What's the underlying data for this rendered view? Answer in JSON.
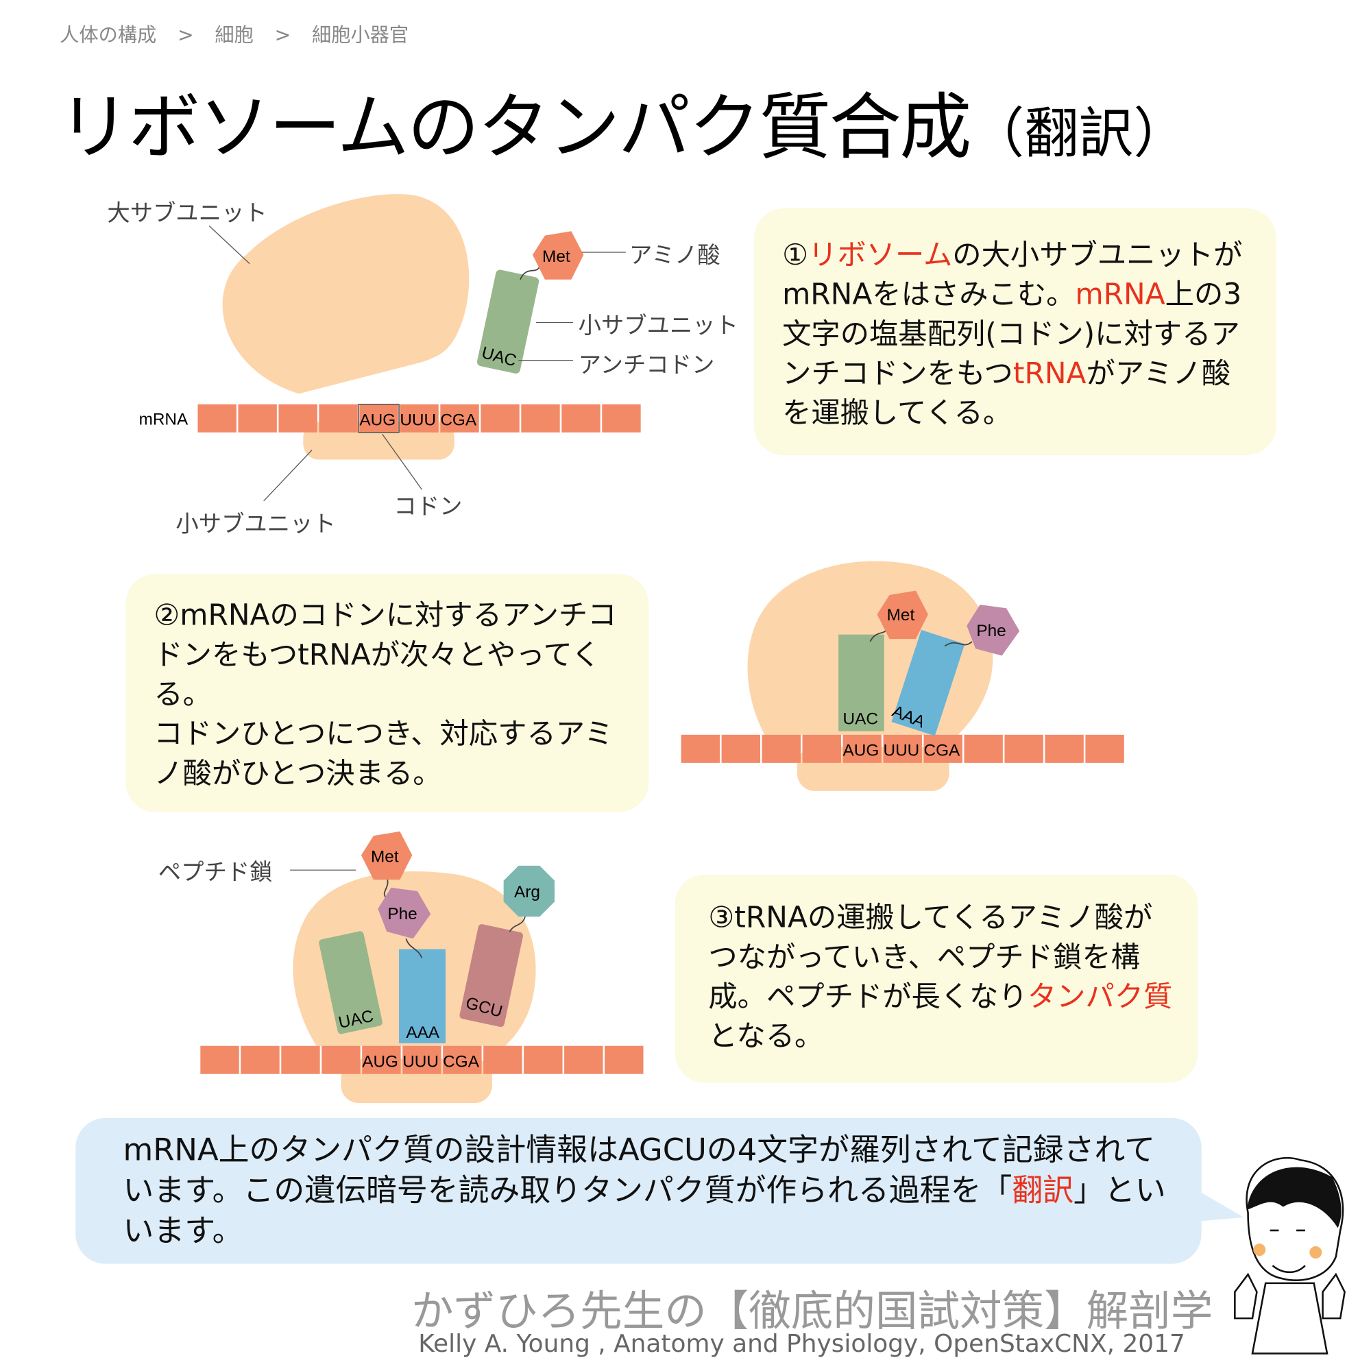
{
  "breadcrumb": [
    "人体の構成",
    ">",
    "細胞",
    ">",
    "細胞小器官"
  ],
  "title": {
    "main": "リボソームのタンパク質合成",
    "sub": "（翻訳）"
  },
  "diagram1": {
    "large_subunit": "大サブユニット",
    "amino_acid": "アミノ酸",
    "small_subunit_trna": "小サブユニット",
    "anticodon": "アンチコドン",
    "mrna": "mRNA",
    "small_subunit": "小サブユニット",
    "codon": "コドン",
    "met": "Met",
    "uac": "UAC",
    "codons": [
      "AUG",
      "UUU",
      "CGA"
    ]
  },
  "diagram2": {
    "met": "Met",
    "phe": "Phe",
    "uac": "UAC",
    "aaa": "AAA",
    "codons": [
      "AUG",
      "UUU",
      "CGA"
    ]
  },
  "diagram3": {
    "peptide": "ペプチド鎖",
    "met": "Met",
    "phe": "Phe",
    "arg": "Arg",
    "uac": "UAC",
    "aaa": "AAA",
    "gcu": "GCU",
    "codons": [
      "AUG",
      "UUU",
      "CGA"
    ]
  },
  "step1": {
    "p1": "①",
    "r1": "リボソーム",
    "p2": "の大小サブユニットがmRNAをはさみこむ。",
    "r2": "mRNA",
    "p3": "上の3文字の塩基配列(コドン)に対するアンチコドンをもつ",
    "r3": "tRNA",
    "p4": "がアミノ酸を運搬してくる。"
  },
  "step2": {
    "text1": "②mRNAのコドンに対するアンチコドンをもつtRNAが次々とやってくる。",
    "text2": "コドンひとつにつき、対応するアミノ酸がひとつ決まる。"
  },
  "step3": {
    "p1": "③tRNAの運搬してくるアミノ酸がつながっていき、ペプチド鎖を構成。ペプチドが長くなり",
    "r1": "タンパク質",
    "p2": "となる。"
  },
  "summary": {
    "p1": "mRNA上のタンパク質の設計情報はAGCUの4文字が羅列されて記録されています。この遺伝暗号を読み取りタンパク質が作られる過程を「",
    "r1": "翻訳",
    "p2": "」といいます。"
  },
  "footer": {
    "title": "かずひろ先生の【徹底的国試対策】解剖学",
    "citation": "Kelly A. Young , Anatomy and Physiology, OpenStaxCNX, 2017"
  },
  "colors": {
    "ribosome": "#fdd5aa",
    "mrna": "#f28a68",
    "accent": "#e8321e",
    "box": "#fcfadf",
    "summary": "#dcecf8"
  }
}
